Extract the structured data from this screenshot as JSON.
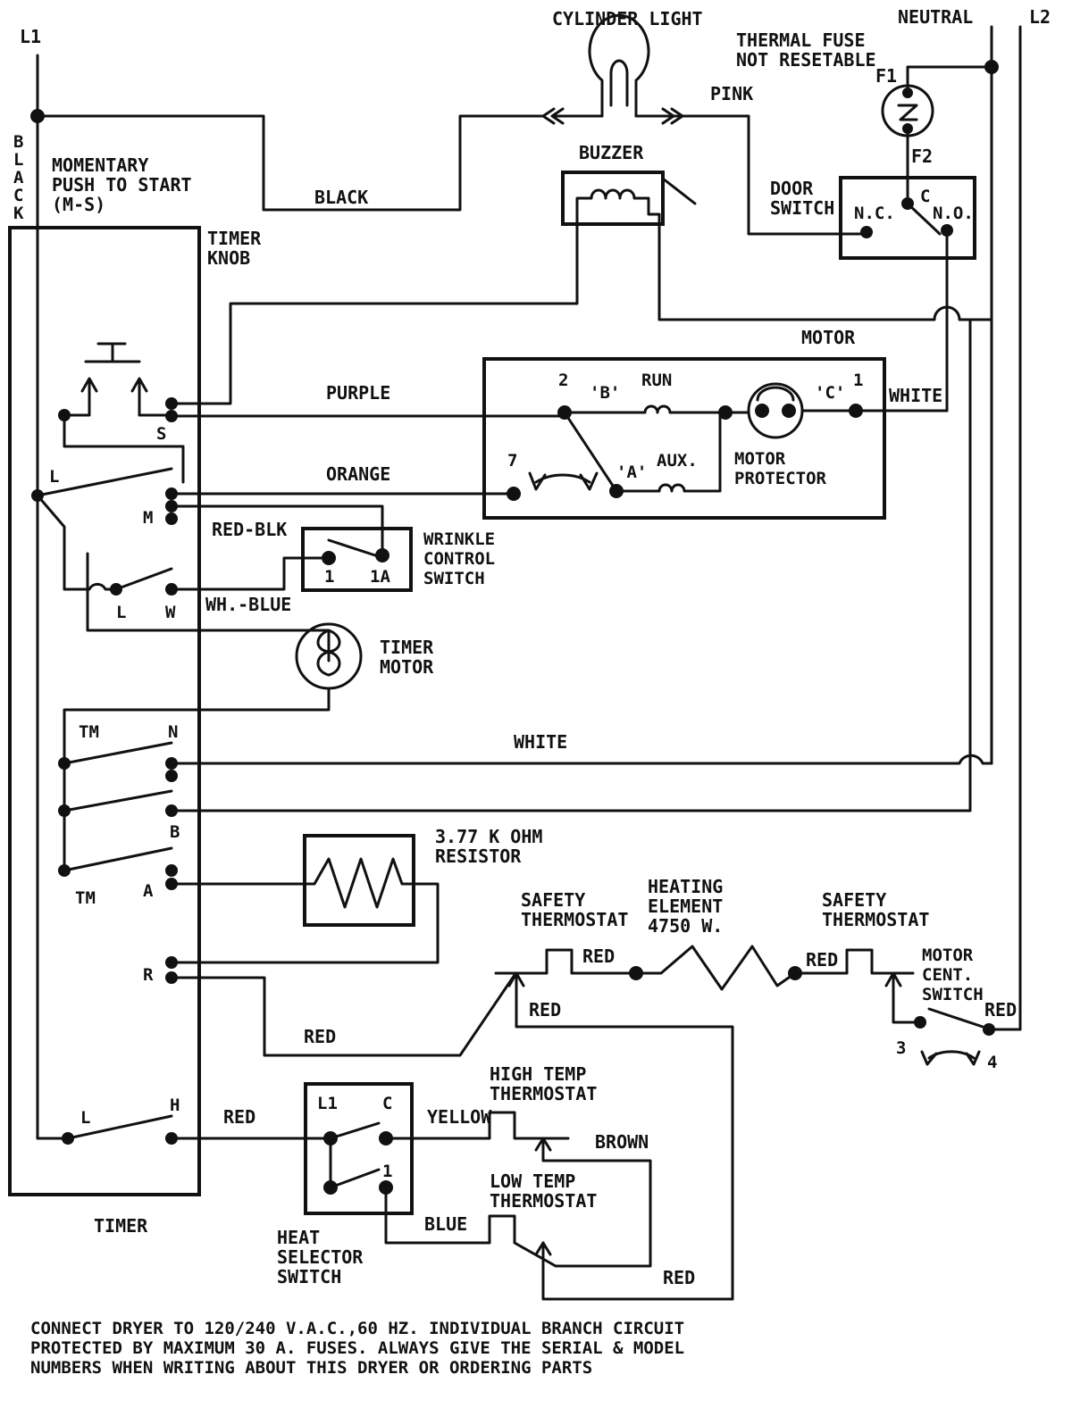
{
  "power": {
    "l1": "L1",
    "l2": "L2",
    "neutral": "NEUTRAL",
    "black_vertical": [
      "B",
      "L",
      "A",
      "C",
      "K"
    ]
  },
  "cylinder_light": "CYLINDER LIGHT",
  "thermal_fuse": {
    "line1": "THERMAL FUSE",
    "line2": "NOT RESETABLE",
    "f1": "F1",
    "f2": "F2"
  },
  "wires": {
    "pink": "PINK",
    "black": "BLACK",
    "purple": "PURPLE",
    "orange": "ORANGE",
    "white_motor": "WHITE",
    "red_blk": "RED-BLK",
    "wh_blue": "WH.-BLUE",
    "white_neutral": "WHITE",
    "red_left": "RED",
    "red_timer_h": "RED",
    "yellow": "YELLOW",
    "blue": "BLUE",
    "brown": "BROWN",
    "red_low": "RED",
    "red_st1_out": "RED",
    "red_st1_in": "RED",
    "red_st2": "RED",
    "red_cent": "RED"
  },
  "buzzer": "BUZZER",
  "door_switch": {
    "line1": "DOOR",
    "line2": "SWITCH",
    "nc": "N.C.",
    "c": "C",
    "no": "N.O."
  },
  "momentary": {
    "line1": "MOMENTARY",
    "line2": "PUSH TO START",
    "line3": "(M-S)"
  },
  "timer_knob": {
    "line1": "TIMER",
    "line2": "KNOB"
  },
  "motor": {
    "title": "MOTOR",
    "t2": "2",
    "b": "'B'",
    "run": "RUN",
    "c_term": "'C'",
    "t1": "1",
    "t7": "7",
    "a": "'A'",
    "aux": "AUX.",
    "protector1": "MOTOR",
    "protector2": "PROTECTOR"
  },
  "wrinkle": {
    "line1": "WRINKLE",
    "line2": "CONTROL",
    "line3": "SWITCH",
    "t1": "1",
    "t1a": "1A"
  },
  "timer_motor": {
    "line1": "TIMER",
    "line2": "MOTOR"
  },
  "timer_terminals": {
    "s": "S",
    "l": "L",
    "m": "M",
    "l2": "L",
    "w": "W",
    "tm_top": "TM",
    "n": "N",
    "b": "B",
    "tm_bottom": "TM",
    "a": "A",
    "r": "R",
    "l_bottom": "L",
    "h": "H"
  },
  "timer_label": "TIMER",
  "resistor": {
    "line1": "3.77 K OHM",
    "line2": "RESISTOR"
  },
  "safety_thermostat_1": {
    "line1": "SAFETY",
    "line2": "THERMOSTAT"
  },
  "heating_element": {
    "line1": "HEATING",
    "line2": "ELEMENT",
    "line3": "4750 W."
  },
  "safety_thermostat_2": {
    "line1": "SAFETY",
    "line2": "THERMOSTAT"
  },
  "motor_cent_switch": {
    "line1": "MOTOR",
    "line2": "CENT.",
    "line3": "SWITCH",
    "t3": "3",
    "t4": "4"
  },
  "heat_selector": {
    "line1": "HEAT",
    "line2": "SELECTOR",
    "line3": "SWITCH",
    "l1": "L1",
    "c": "C",
    "t1": "1"
  },
  "high_temp": {
    "line1": "HIGH TEMP",
    "line2": "THERMOSTAT"
  },
  "low_temp": {
    "line1": "LOW TEMP",
    "line2": "THERMOSTAT"
  },
  "footer": {
    "line1": "CONNECT DRYER TO 120/240 V.A.C.,60 HZ. INDIVIDUAL BRANCH CIRCUIT",
    "line2": "PROTECTED BY MAXIMUM 30 A. FUSES. ALWAYS GIVE THE SERIAL & MODEL",
    "line3": "NUMBERS WHEN WRITING ABOUT THIS DRYER OR ORDERING PARTS"
  }
}
